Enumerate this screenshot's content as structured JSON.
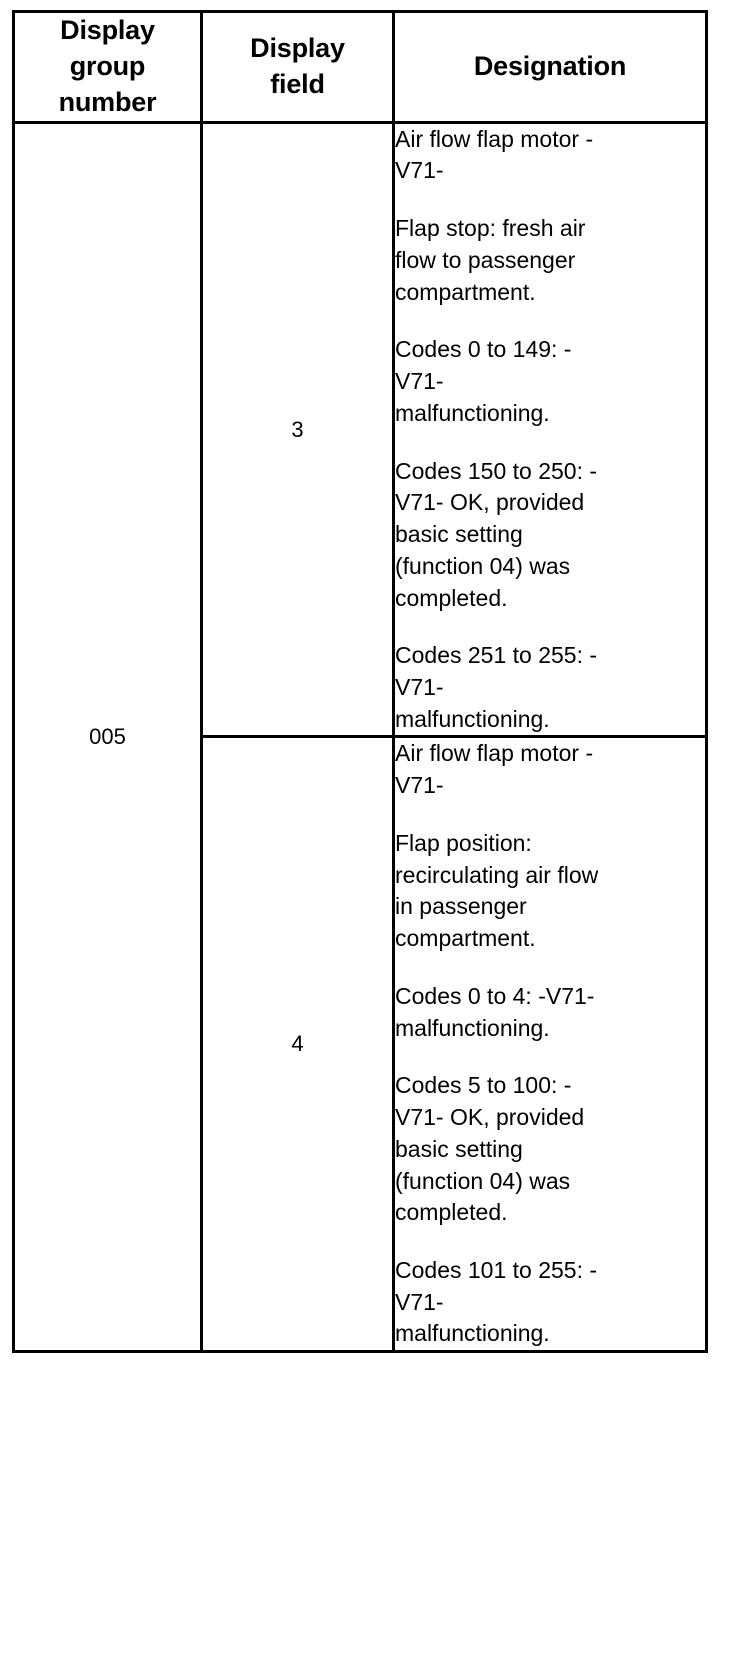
{
  "table": {
    "headers": {
      "group": [
        "Display",
        "group",
        "number"
      ],
      "field": [
        "Display",
        "field"
      ],
      "designation": "Designation"
    },
    "rows": [
      {
        "group_number": "005",
        "display_field": "3",
        "designation_paragraphs": [
          "Air flow flap motor -\nV71-",
          "Flap stop: fresh air\nflow to passenger\ncompartment.",
          "Codes 0 to 149: -\nV71-\nmalfunctioning.",
          "Codes 150 to 250: -\nV71- OK, provided\nbasic setting\n(function 04) was\ncompleted.",
          "Codes 251 to 255: -\nV71-\nmalfunctioning."
        ]
      },
      {
        "group_number": "",
        "display_field": "4",
        "designation_paragraphs": [
          "Air flow flap motor -\nV71-",
          "Flap position:\nrecirculating air flow\nin passenger\ncompartment.",
          "Codes 0 to 4: -V71-\nmalfunctioning.",
          "Codes 5 to 100: -\nV71- OK, provided\nbasic setting\n(function 04) was\ncompleted.",
          "Codes 101 to 255: -\nV71-\nmalfunctioning."
        ]
      }
    ]
  },
  "colors": {
    "border": "#000000",
    "text": "#000000",
    "background": "#ffffff"
  }
}
